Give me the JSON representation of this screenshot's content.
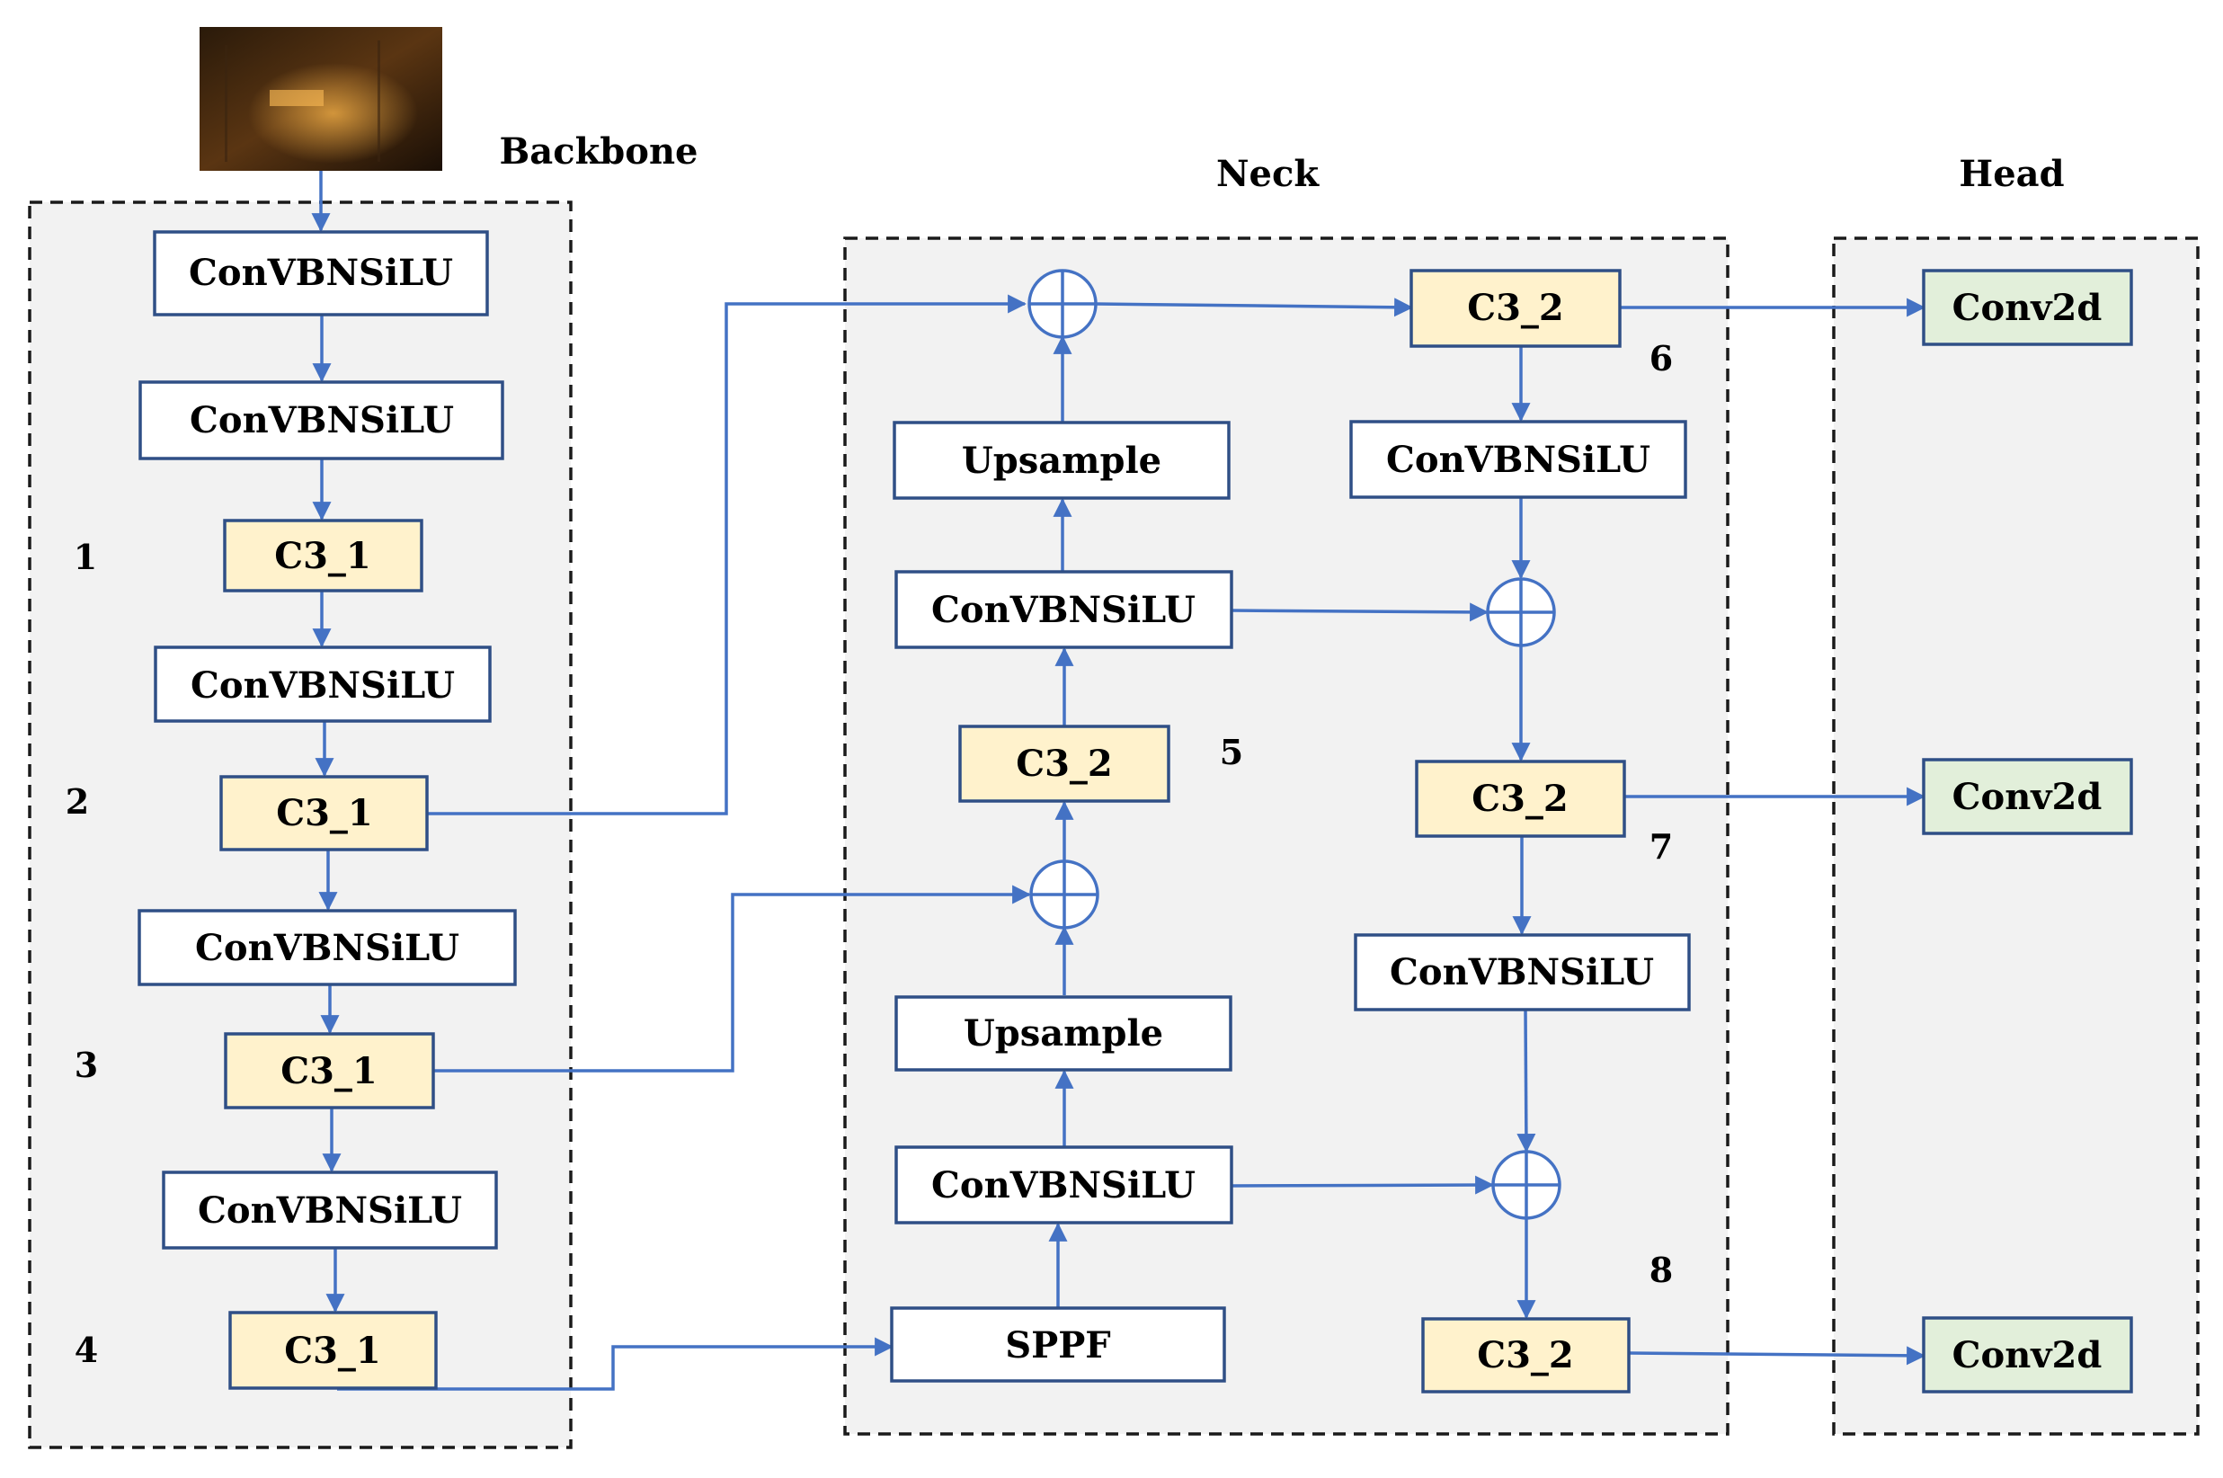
{
  "stages": {
    "backbone": "Backbone",
    "neck": "Neck",
    "head": "Head"
  },
  "colors": {
    "conv_block_fill": "#ffffff",
    "c3_block_fill": "#fff2cc",
    "head_block_fill": "#e2efda",
    "border": "#2f4f86",
    "connector": "#4472c4",
    "panel_fill": "#f2f2f2"
  },
  "backbone": {
    "blocks": [
      "ConVBNSiLU",
      "ConVBNSiLU",
      "C3_1",
      "ConVBNSiLU",
      "C3_1",
      "ConVBNSiLU",
      "C3_1",
      "ConVBNSiLU",
      "C3_1"
    ],
    "numbers": [
      "1",
      "2",
      "3",
      "4"
    ]
  },
  "neck": {
    "left_column": [
      "SPPF",
      "ConVBNSiLU",
      "Upsample",
      "C3_2",
      "ConVBNSiLU",
      "Upsample"
    ],
    "right_column": [
      "C3_2",
      "ConVBNSiLU",
      "C3_2",
      "ConVBNSiLU",
      "C3_2"
    ],
    "numbers": [
      "5",
      "6",
      "7",
      "8"
    ]
  },
  "head": {
    "blocks": [
      "Conv2d",
      "Conv2d",
      "Conv2d"
    ]
  }
}
